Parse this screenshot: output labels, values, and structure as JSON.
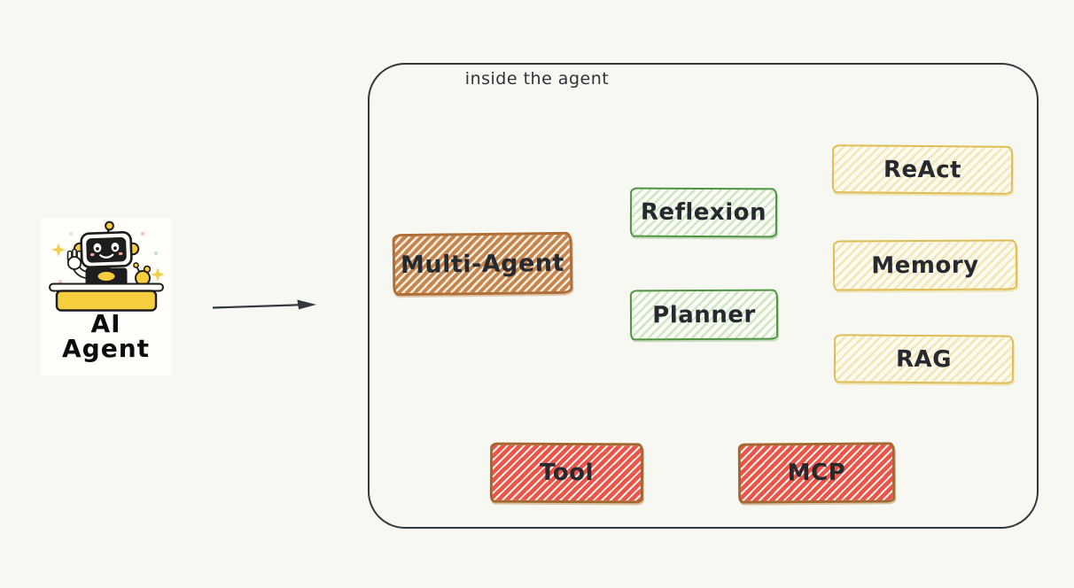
{
  "diagram": {
    "background_color": "#f7f8f1",
    "source": {
      "icon": "robot-at-desk",
      "label_line1": "AI",
      "label_line2": "Agent",
      "accent_color": "#f5ce3e"
    },
    "arrow": {
      "direction": "right",
      "color": "#33383e"
    },
    "container": {
      "title": "inside the agent",
      "border_color": "#32383e"
    },
    "boxes": [
      {
        "id": "multi-agent",
        "label": "Multi-Agent",
        "color_scheme": "brown",
        "border_color": "#b06f37",
        "fill_color": "#c6854e"
      },
      {
        "id": "reflexion",
        "label": "Reflexion",
        "color_scheme": "green",
        "border_color": "#4f9440",
        "fill_color": "#cfe7c4"
      },
      {
        "id": "planner",
        "label": "Planner",
        "color_scheme": "green",
        "border_color": "#4f9440",
        "fill_color": "#cfe7c4"
      },
      {
        "id": "react",
        "label": "ReAct",
        "color_scheme": "yellow",
        "border_color": "#e0bd52",
        "fill_color": "#f2e6ba"
      },
      {
        "id": "memory",
        "label": "Memory",
        "color_scheme": "yellow",
        "border_color": "#e0bd52",
        "fill_color": "#f2e6ba"
      },
      {
        "id": "rag",
        "label": "RAG",
        "color_scheme": "yellow",
        "border_color": "#e0bd52",
        "fill_color": "#f2e6ba"
      },
      {
        "id": "tool",
        "label": "Tool",
        "color_scheme": "red",
        "border_color": "#a4682f",
        "fill_color": "#ea5449"
      },
      {
        "id": "mcp",
        "label": "MCP",
        "color_scheme": "red",
        "border_color": "#a4682f",
        "fill_color": "#ea5449"
      }
    ]
  }
}
